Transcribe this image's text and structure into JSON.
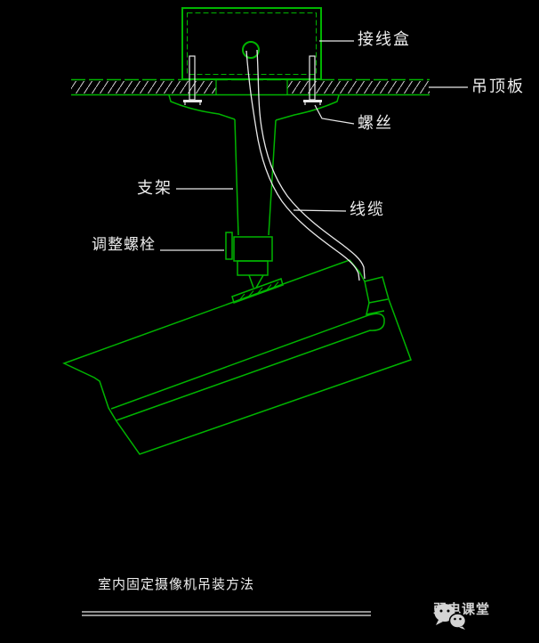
{
  "diagram": {
    "title": "室内固定摄像机吊装方法",
    "labels": {
      "junction_box": "接线盒",
      "ceiling_panel": "吊顶板",
      "screw": "螺丝",
      "bracket": "支架",
      "cable": "线缆",
      "adjust_bolt": "调整螺栓"
    },
    "watermark": "弱电课堂",
    "colors": {
      "background": "#000000",
      "line_green": "#00b400",
      "line_white": "#e8e8e8",
      "hatch_gray": "#d8d8d8",
      "watermark_gray": "#d4d4d4"
    }
  }
}
